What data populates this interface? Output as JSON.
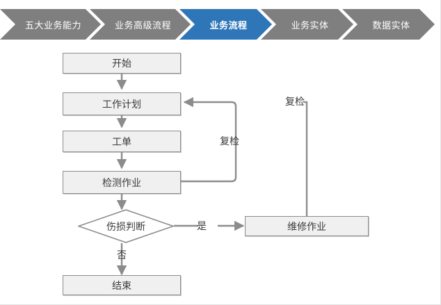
{
  "breadcrumb": {
    "active_color": "#2e76b8",
    "inactive_color": "#7f7f7f",
    "items": [
      {
        "label": "五大业务能力",
        "active": false
      },
      {
        "label": "业务高级流程",
        "active": false
      },
      {
        "label": "业务流程",
        "active": true
      },
      {
        "label": "业务实体",
        "active": false
      },
      {
        "label": "数据实体",
        "active": false
      }
    ]
  },
  "flow": {
    "line_color": "#8c8c8c",
    "node_fill": "#f0f0f0",
    "node_border": "#8c8c8c",
    "nodes": [
      {
        "id": "start",
        "label": "开始"
      },
      {
        "id": "workplan",
        "label": "工作计划"
      },
      {
        "id": "workorder",
        "label": "工单"
      },
      {
        "id": "inspect",
        "label": "检测作业"
      },
      {
        "id": "decision",
        "label": "伤损判断"
      },
      {
        "id": "repair",
        "label": "维修作业"
      },
      {
        "id": "end",
        "label": "结束"
      }
    ],
    "edge_labels": {
      "yes": "是",
      "no": "否",
      "recheck_inner": "复检",
      "recheck_outer": "复检"
    }
  }
}
